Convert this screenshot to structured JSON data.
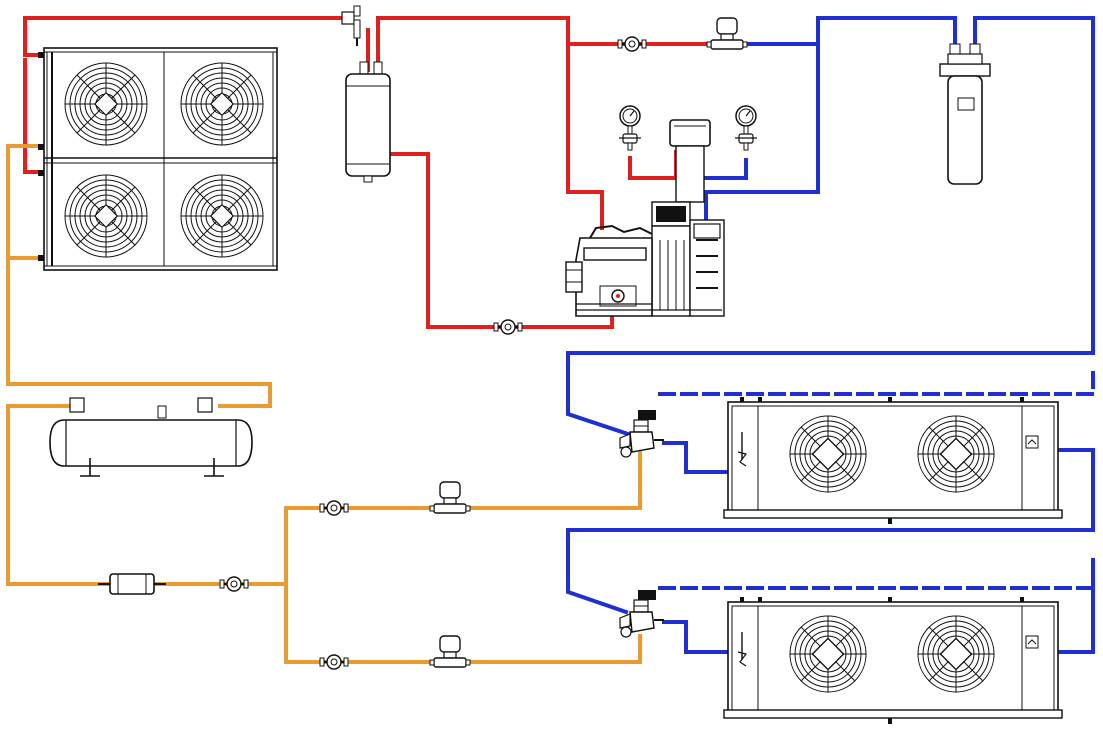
{
  "diagram": {
    "kind": "refrigeration-schematic",
    "colors": {
      "discharge_line": "#e01f1f",
      "suction_line": "#1f2fd0",
      "liquid_line": "#e99b32",
      "equipment_outline": "#111111",
      "background": "#ffffff"
    },
    "components": [
      {
        "id": "condenser",
        "icon": "air-cooled-condenser-icon",
        "fans": 4
      },
      {
        "id": "oil-separator",
        "icon": "oil-separator-icon"
      },
      {
        "id": "suction-accumulator",
        "icon": "suction-accumulator-icon"
      },
      {
        "id": "compressor",
        "icon": "semi-hermetic-compressor-icon"
      },
      {
        "id": "discharge-pressure-gauge",
        "icon": "pressure-gauge-icon"
      },
      {
        "id": "suction-pressure-gauge",
        "icon": "pressure-gauge-icon"
      },
      {
        "id": "liquid-receiver",
        "icon": "liquid-receiver-icon"
      },
      {
        "id": "filter-drier",
        "icon": "filter-drier-icon"
      },
      {
        "id": "sight-glass",
        "icon": "sight-glass-icon"
      },
      {
        "id": "solenoid-valve",
        "icon": "solenoid-valve-icon"
      },
      {
        "id": "expansion-valve",
        "icon": "expansion-valve-icon"
      },
      {
        "id": "evaporator-1",
        "icon": "unit-cooler-icon",
        "fans": 2
      },
      {
        "id": "evaporator-2",
        "icon": "unit-cooler-icon",
        "fans": 2
      }
    ]
  }
}
